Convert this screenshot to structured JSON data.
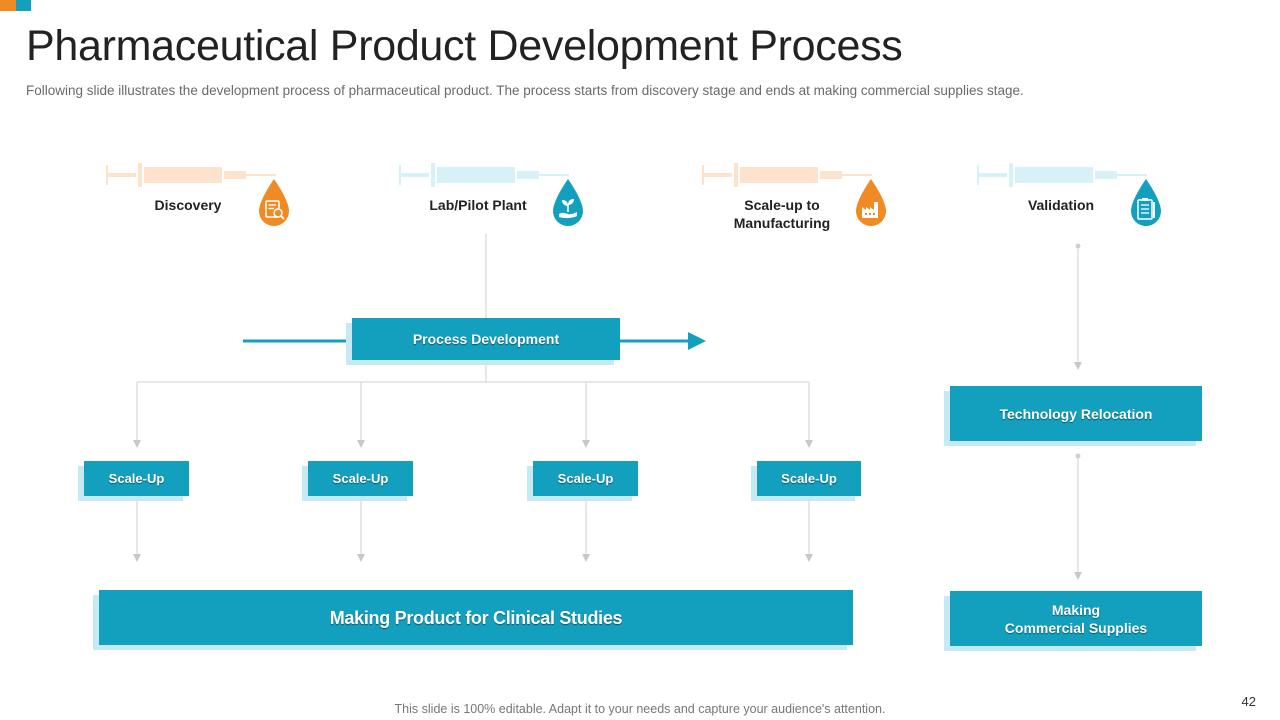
{
  "slide": {
    "title": "Pharmaceutical Product Development Process",
    "subtitle": "Following slide illustrates the development process of pharmaceutical product. The process starts from discovery stage and ends at making commercial supplies stage.",
    "footer": "This slide is 100% editable. Adapt it to your needs and capture your audience's attention.",
    "page_number": "42"
  },
  "colors": {
    "orange": "#F08A24",
    "blue": "#139FBE",
    "light_orange": "#FDE3CC",
    "light_blue": "#D6F1F8"
  },
  "stages": [
    {
      "label": "Discovery",
      "icon": "document-search-icon"
    },
    {
      "label": "Lab/Pilot Plant",
      "icon": "plant-in-hand-icon"
    },
    {
      "label_line1": "Scale-up to",
      "label_line2": "Manufacturing",
      "icon": "factory-icon"
    },
    {
      "label": "Validation",
      "icon": "clipboard-checklist-icon"
    }
  ],
  "boxes": {
    "process_development": "Process Development",
    "scale_up": [
      "Scale-Up",
      "Scale-Up",
      "Scale-Up",
      "Scale-Up"
    ],
    "clinical": "Making Product for Clinical Studies",
    "tech_relocation": "Technology Relocation",
    "commercial_line1": "Making",
    "commercial_line2": "Commercial Supplies"
  }
}
